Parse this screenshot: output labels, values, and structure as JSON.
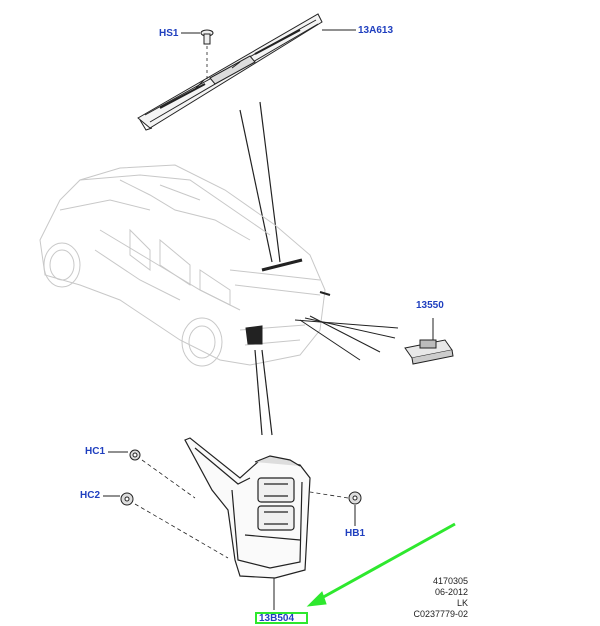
{
  "callouts": {
    "hs1": "HS1",
    "p13a613": "13A613",
    "p13550": "13550",
    "hc1": "HC1",
    "hc2": "HC2",
    "hb1": "HB1",
    "p13b504": "13B504"
  },
  "meta": {
    "line1": "4170305",
    "line2": "06-2012",
    "line3": "LK",
    "line4": "C0237779-02"
  },
  "colors": {
    "callout": "#1f3fbf",
    "highlight": "#2ee82e",
    "line": "#222222",
    "car_outline": "#c8c8c8"
  }
}
